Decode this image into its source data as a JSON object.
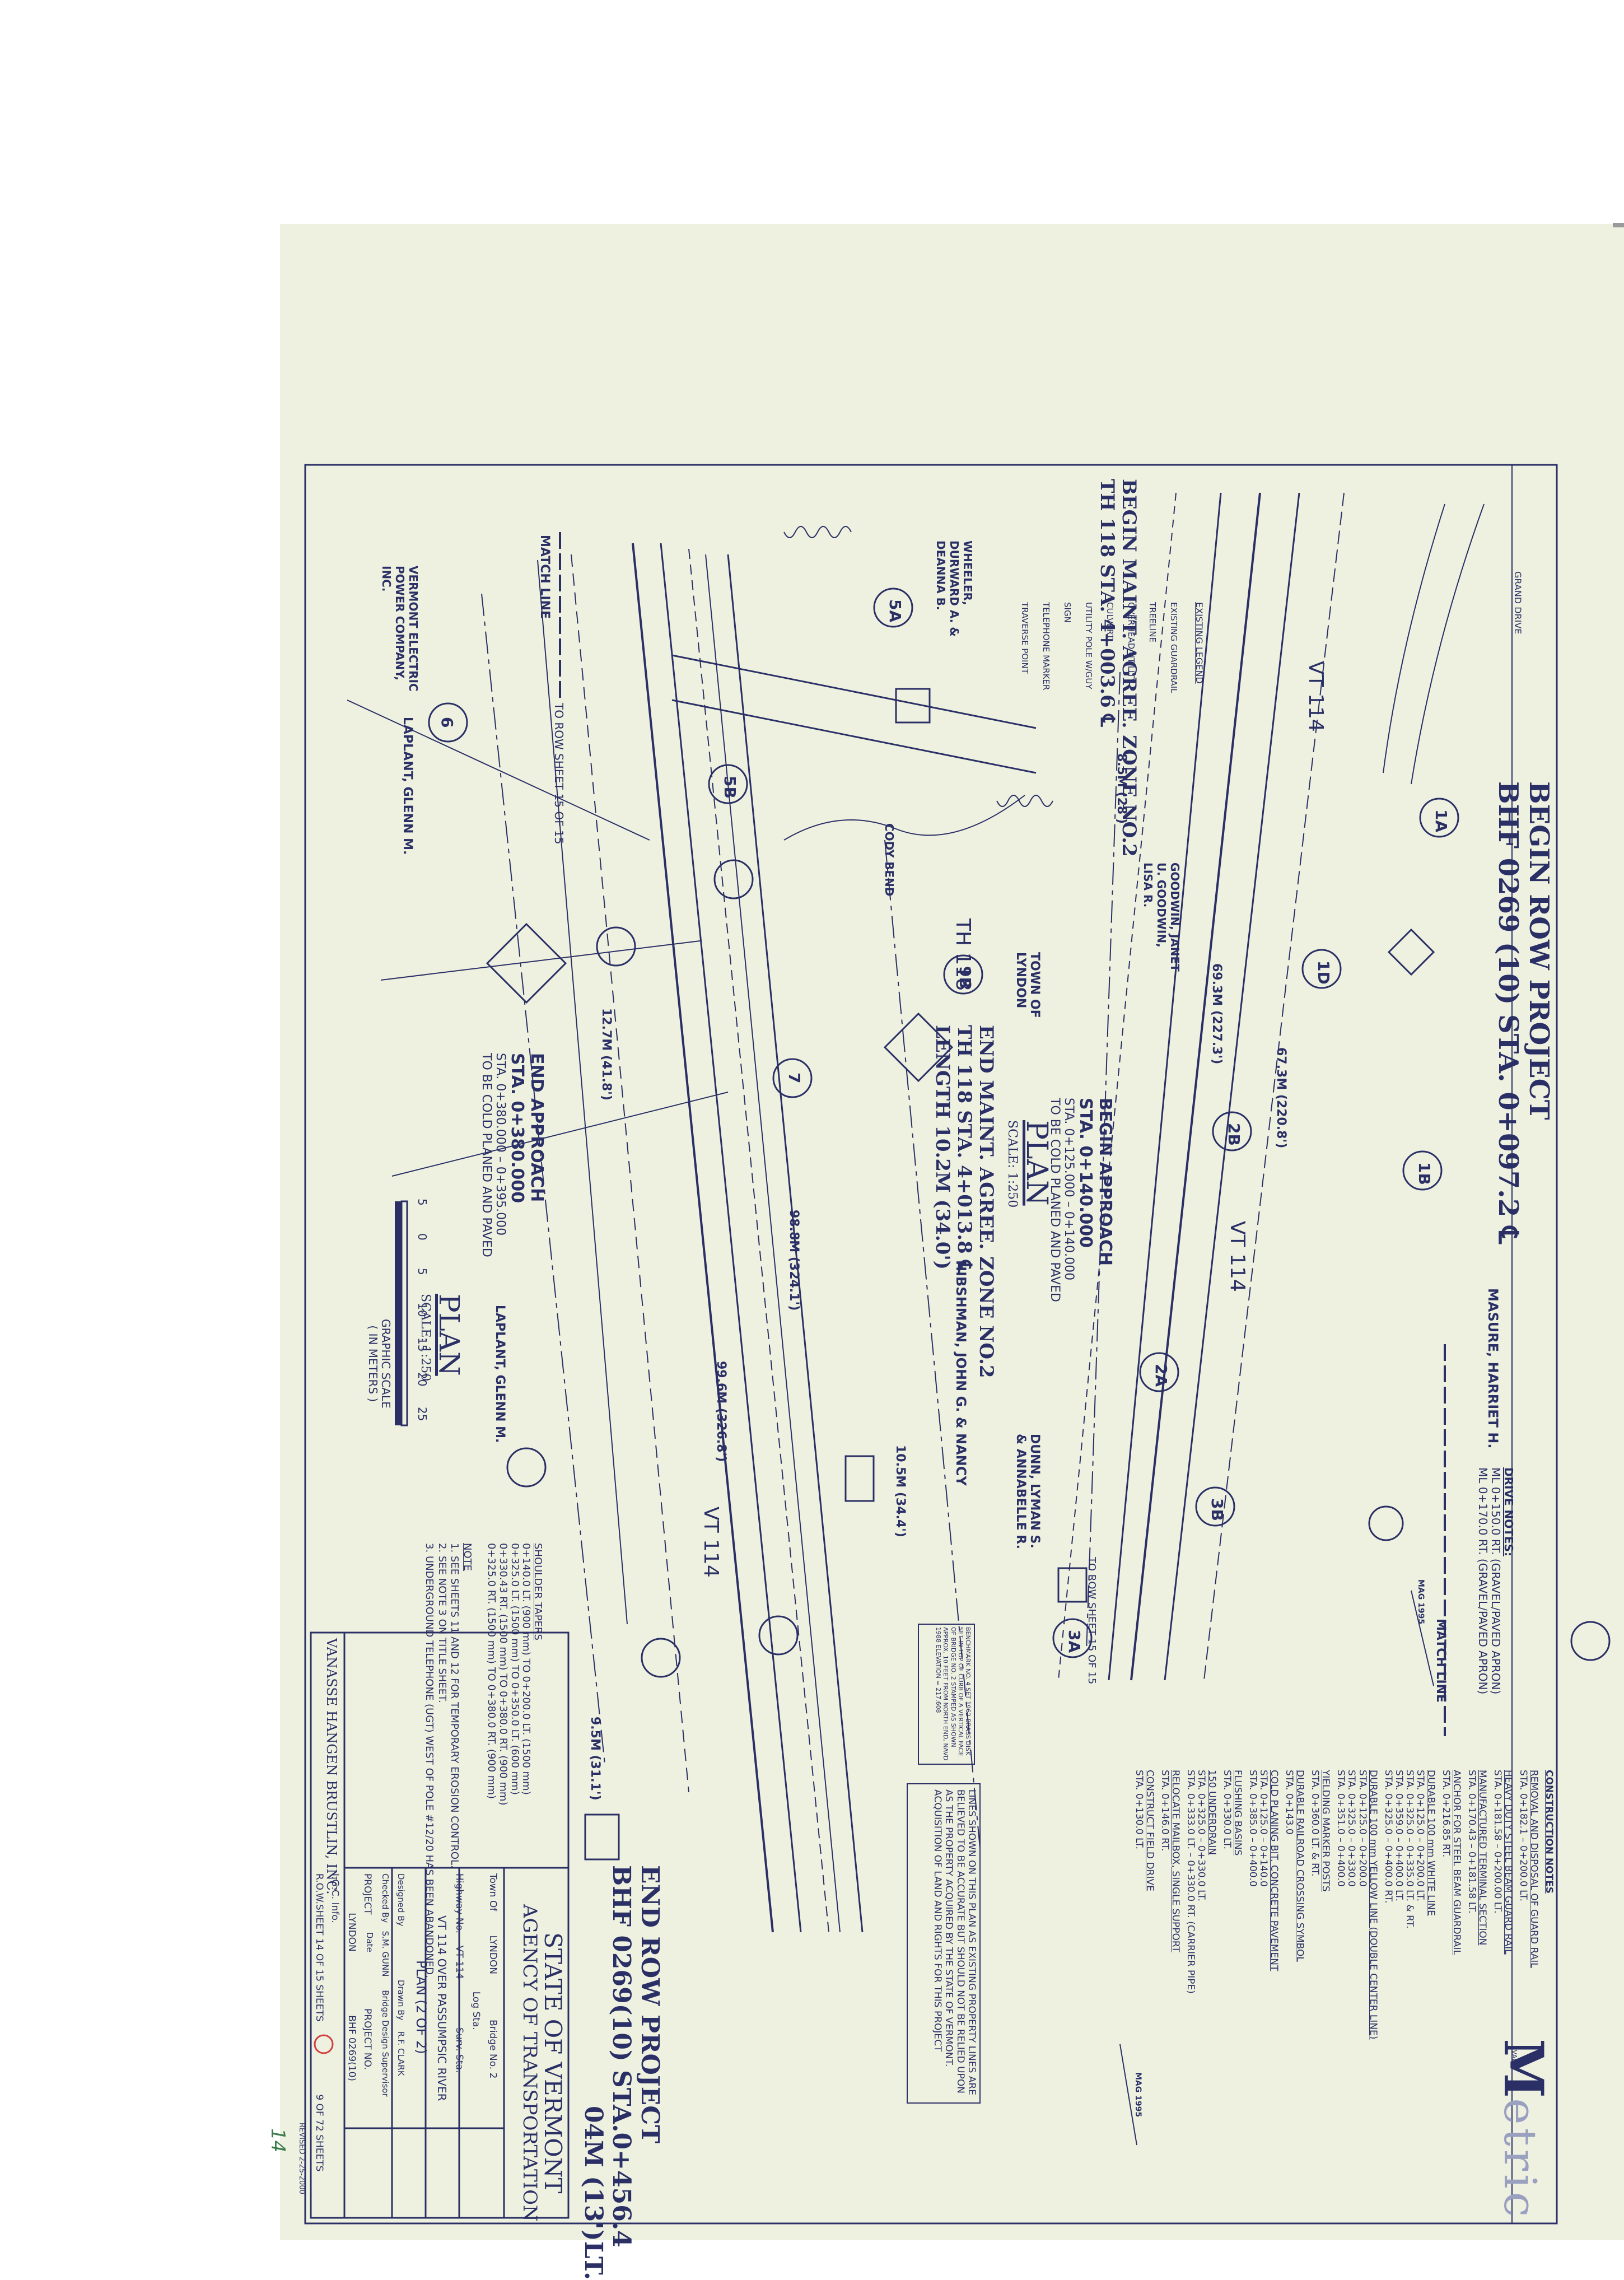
{
  "row_begin": {
    "title": "BEGIN ROW PROJECT",
    "station": "BHF 0269 (10) STA. 0+097.2 ℄"
  },
  "row_end": {
    "title": "END ROW PROJECT",
    "station": "BHF 0269(10) STA.0+456.4",
    "offset": "04M (13')LT."
  },
  "maint_begin": {
    "title": "BEGIN MAINT. AGREE. ZONE NO.2",
    "station": "TH 118 STA. 4+003.6 ℄"
  },
  "maint_end": {
    "title": "END MAINT. AGREE. ZONE NO.2",
    "station": "TH 118 STA. 4+013.8 ℄",
    "length": "LENGTH 10.2M (34.0')"
  },
  "approach_begin": {
    "title": "BEGIN APPROACH",
    "station": "STA. 0+140.000",
    "note1": "STA. 0+125.000 – 0+140.000",
    "note2": "TO BE COLD PLANED AND PAVED"
  },
  "approach_end": {
    "title": "END APPROACH",
    "station": "STA. 0+380.000",
    "note1": "STA. 0+380.000 – 0+395.000",
    "note2": "TO BE COLD PLANED AND PAVED"
  },
  "plan_main": {
    "title": "PLAN",
    "scale": "SCALE: 1:250"
  },
  "plan_small": {
    "title": "PLAN",
    "scale": "SCALE: 1:250"
  },
  "graphic_scale": {
    "title": "GRAPHIC SCALE",
    "units": "( IN METERS )",
    "ticks": [
      "5",
      "0",
      "5",
      "10",
      "15",
      "20",
      "25"
    ]
  },
  "legend": {
    "title": "EXISTING LEGEND",
    "items": [
      "EXISTING GUARDRAIL",
      "TREELINE",
      "OVERHEAD UTILITY",
      "CULVERT",
      "UTILITY POLE W/GUY",
      "SIGN",
      "TELEPHONE MARKER",
      "TRAVERSE POINT"
    ]
  },
  "owners": [
    "MASURE, HARRIET H.",
    "GOODWIN, JANET U. GOODWIN, LISA R.",
    "HIBSHMAN, JOHN G. & NANCY",
    "DUNN, LYMAN S. & ANNABELLE R.",
    "WHEELER, DURWARD A. & DEANNA B.",
    "LAPLANT, GLENN M.",
    "LAPLANT, GLENN M.",
    "VERMONT ELECTRIC POWER COMPANY, INC.",
    "TOWN OF LYNDON"
  ],
  "drive_notes": {
    "title": "DRIVE NOTES:",
    "lines": [
      "ML 0+150.0 RT. (GRAVEL/PAVED APRON)",
      "ML 0+170.0 RT. (GRAVEL/PAVED APRON)"
    ]
  },
  "construction_notes": {
    "title": "CONSTRUCTION NOTES",
    "sections": [
      {
        "head": "REMOVAL AND DISPOSAL OF GUARD RAIL",
        "lines": [
          "STA. 0+182.1 – 0+200.0 LT."
        ]
      },
      {
        "head": "HEAVY DUTY STEEL BEAM GUARD RAIL",
        "lines": [
          "STA. 0+181.58 – 0+200.00 LT."
        ]
      },
      {
        "head": "MANUFACTURED TERMINAL SECTION",
        "lines": [
          "STA. 0+170.43 – 0+181.58 LT."
        ]
      },
      {
        "head": "ANCHOR FOR STEEL BEAM GUARDRAIL",
        "lines": [
          "STA. 0+216.85 RT."
        ]
      },
      {
        "head": "DURABLE 100 mm WHITE LINE",
        "lines": [
          "STA. 0+125.0 – 0+200.0 LT.",
          "STA. 0+325.0 – 0+335.0 LT. & RT.",
          "STA. 0+359.0 – 0+400.0 LT.",
          "STA. 0+325.0 – 0+400.0 RT."
        ]
      },
      {
        "head": "DURABLE 100 mm YELLOW LINE (DOUBLE CENTER LINE)",
        "lines": [
          "STA. 0+125.0 – 0+200.0",
          "STA. 0+325.0 – 0+330.0",
          "STA. 0+351.0 – 0+400.0"
        ]
      },
      {
        "head": "YIELDING MARKER POSTS",
        "lines": [
          "STA. 0+360.0 LT. & RT."
        ]
      },
      {
        "head": "DURABLE RAILROAD CROSSING SYMBOL",
        "lines": [
          "STA. 0+143.0"
        ]
      },
      {
        "head": "COLD PLANING BIT. CONCRETE PAVEMENT",
        "lines": [
          "STA. 0+125.0 – 0+140.0",
          "STA. 0+385.0 – 0+400.0"
        ]
      },
      {
        "head": "FLUSHING BASINS",
        "lines": [
          "STA. 0+330.0 LT."
        ]
      },
      {
        "head": "150 UNDERDRAIN",
        "lines": [
          "STA. 0+325.0 – 0+330.0 LT.",
          "STA. 0+333.0 LT. – 0+330.0 RT. (CARRIER PIPE)"
        ]
      },
      {
        "head": "RELOCATE MAILBOX, SINGLE SUPPORT",
        "lines": [
          "STA. 0+146.0 RT."
        ]
      },
      {
        "head": "CONSTRUCT FIELD DRIVE",
        "lines": [
          "STA. 0+130.0 LT."
        ]
      }
    ]
  },
  "disclaimer": "LINES SHOWN ON THIS PLAN AS EXISTING PROPERTY LINES ARE BELIEVED TO BE ACCURATE BUT SHOULD NOT BE RELIED UPON AS THE PROPERTY ACQUIRED BY THE STATE OF VERMONT. ACQUISITION OF LAND AND RIGHTS FOR THIS PROJECT",
  "benchmark": "BENCHMARK NO. 4 SET 1962 BRASS DISK SET IN TOP OF CURB OF A VERTICAL FACE OF BRIDGE NO. 2 STAMPED AS SHOWN APPROX. 10 FEET FROM NORTH END, NAVD 1988 ELEVATION = 217.608",
  "shoulder_tapers": {
    "title": "SHOULDER TAPERS",
    "lines": [
      "0+140.0 LT. (900 mm) TO 0+200.0 LT. (1500 mm)",
      "0+325.0 LT. (1500 mm) TO 0+350.0 LT. (600 mm)",
      "0+330.43 RT. (1500 mm) TO 0+380.0 RT. (900 mm)",
      "0+325.0 RT. (1500 mm) TO 0+380.0 RT. (900 mm)"
    ]
  },
  "notes": {
    "title": "NOTE",
    "lines": [
      "1. SEE SHEETS 11 AND 12 FOR TEMPORARY EROSION CONTROL.",
      "2. SEE NOTE 3 ON TITLE SHEET.",
      "3. UNDERGROUND TELEPHONE (UGT) WEST OF POLE #12/20 HAS BEEN ABANDONED."
    ]
  },
  "match_lines": {
    "left": "MATCH LINE",
    "left_sub": "TO ROW SHEET 15 OF 15",
    "right": "MATCH LINE",
    "right_sub": "TO ROW SHEET 15 OF 15"
  },
  "roads": {
    "vt114": "VT 114",
    "th118": "TH 118",
    "cody_bend": "CODY BEND",
    "grand_drive": "GRAND DRIVE"
  },
  "mag": {
    "a": "MAG 1995",
    "b": "MAG 1995"
  },
  "callouts": [
    "1A",
    "1B",
    "1D",
    "2A",
    "2B",
    "3A",
    "3B",
    "5A",
    "5B",
    "6",
    "7",
    "9B"
  ],
  "dimension_labels": [
    "69.3M (227.3')",
    "67.3M (220.8')",
    "99.6M (326.8')",
    "98.8M (324.1')",
    "10.5M (34.4')",
    "12.7M (41.8')",
    "9.5M (31.1')",
    "8.5M (28')"
  ],
  "title_block": {
    "firm": "VANASSE HANGEN BRUSTLIN, INC.",
    "agency_1": "STATE OF VERMONT",
    "agency_2": "AGENCY OF TRANSPORTATION",
    "town_label": "Town Of",
    "town": "LYNDON",
    "highway_label": "Highway No.",
    "highway": "VT 114",
    "bridge_label": "Bridge No.",
    "bridge": "2",
    "log_label": "Log Sta.",
    "surv_label": "Surv. Sta.",
    "project_desc": "VT 114 OVER PASSUMPSIC RIVER",
    "sheet_title": "PLAN (2 OF 2)",
    "designed_label": "Designed By",
    "drawn_label": "Drawn By",
    "drawn": "R.F. CLARK",
    "checked_label": "Checked By",
    "checked": "S.M. GUNN",
    "date_label": "Date",
    "supervisor_label": "Bridge Design Supervisor",
    "project_label": "PROJECT",
    "project": "LYNDON",
    "project_no_label": "PROJECT NO.",
    "project_no": "BHF 0269(10)",
    "lgc_label": "I.G.C. Info.",
    "row_sheet": "R.O.W.SHEET 14 OF 15 SHEETS",
    "sheet_of": "9 OF 72 SHEETS",
    "revised": "REVISED 2-25-2000",
    "handwritten": "14"
  },
  "metric_logo": {
    "letter": "M",
    "rest": "etric",
    "small": "VAOT"
  }
}
